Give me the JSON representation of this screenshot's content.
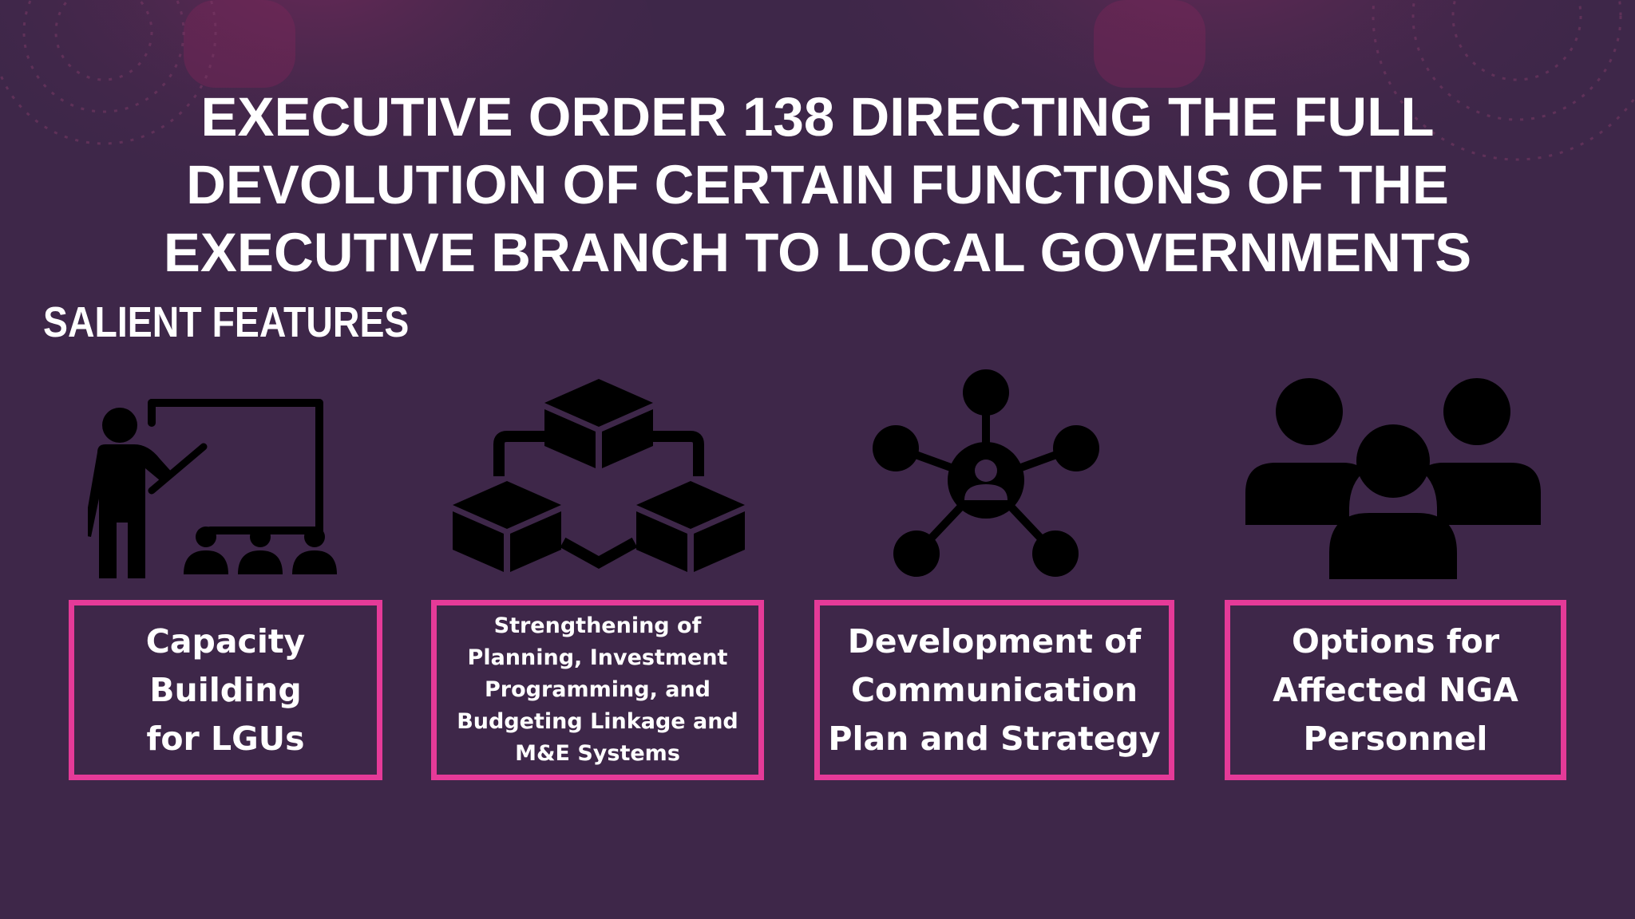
{
  "slide": {
    "title_lines": [
      "EXECUTIVE ORDER 138 DIRECTING THE FULL",
      "DEVOLUTION OF CERTAIN FUNCTIONS OF THE",
      "EXECUTIVE BRANCH TO LOCAL GOVERNMENTS"
    ],
    "subtitle": "SALIENT FEATURES",
    "colors": {
      "background": "#3e2749",
      "box_border": "#e53a98",
      "icon": "#000000",
      "text": "#ffffff"
    },
    "features": [
      {
        "icon": "teacher-presentation-icon",
        "lines": [
          "Capacity",
          "Building",
          "for LGUs"
        ]
      },
      {
        "icon": "linked-blocks-icon",
        "lines": [
          "Strengthening of",
          "Planning, Investment",
          "Programming, and",
          "Budgeting Linkage and",
          "M&E Systems"
        ]
      },
      {
        "icon": "network-hub-icon",
        "lines": [
          "Development of",
          "Communication",
          "Plan and Strategy"
        ]
      },
      {
        "icon": "people-group-icon",
        "lines": [
          "Options for",
          "Affected NGA",
          "Personnel"
        ]
      }
    ]
  }
}
